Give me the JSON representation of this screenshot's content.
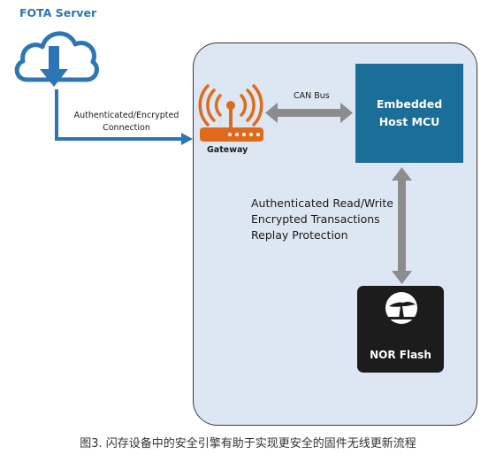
{
  "fota_server": {
    "label": "FOTA Server"
  },
  "connection": {
    "line1": "Authenticated/Encrypted",
    "line2": "Connection"
  },
  "gateway": {
    "label": "Gateway"
  },
  "can_bus": {
    "label": "CAN Bus"
  },
  "mcu": {
    "line1": "Embedded",
    "line2": "Host MCU"
  },
  "security_features": [
    "Authenticated Read/Write",
    "Encrypted Transactions",
    "Replay Protection"
  ],
  "nor_flash": {
    "label": "NOR Flash"
  },
  "caption": "图3. 闪存设备中的安全引擎有助于实现更安全的固件无线更新流程",
  "colors": {
    "cloud_blue": "#2e75b6",
    "panel_fill": "#dde7f3",
    "mcu_fill": "#1b6e97",
    "gateway_orange": "#e06a1c",
    "arrow_gray": "#8c8c8c",
    "chip_black": "#1c1c1c"
  },
  "icons": [
    "cloud-download-icon",
    "wifi-router-icon",
    "tree-logo-icon"
  ]
}
